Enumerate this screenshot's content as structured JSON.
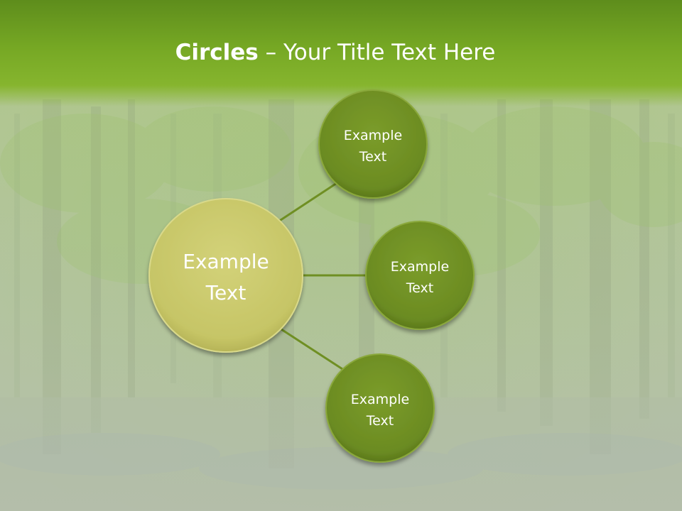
{
  "title": {
    "bold": "Circles",
    "separator": " – ",
    "rest": "Your Title Text Here"
  },
  "colors": {
    "header": "#76a824",
    "center_circle": "#c9c668",
    "satellite_circle": "#6f8f23",
    "connector": "#6f8f23",
    "text": "#ffffff"
  },
  "diagram": {
    "center": {
      "line1": "Example",
      "line2": "Text"
    },
    "satellites": [
      {
        "line1": "Example",
        "line2": "Text"
      },
      {
        "line1": "Example",
        "line2": "Text"
      },
      {
        "line1": "Example",
        "line2": "Text"
      }
    ]
  }
}
